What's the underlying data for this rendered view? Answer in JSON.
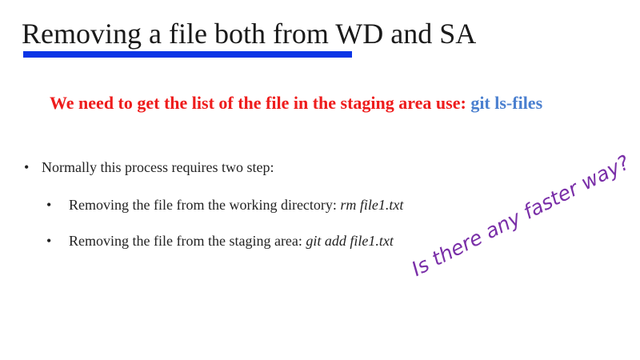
{
  "slide": {
    "title": "Removing a file both from WD and SA",
    "headline": {
      "text": "We need to get the list of the file in the staging area use: ",
      "command": "git ls-files"
    },
    "bullets": [
      {
        "text": "Normally this process requires two step:"
      },
      {
        "text": "Removing the file from the working directory: ",
        "command": "rm file1.txt"
      },
      {
        "text": "Removing the file from the staging area: ",
        "command": "git add file1.txt"
      }
    ],
    "bullet_glyph": "•",
    "annotation": "Is there any faster way?"
  },
  "colors": {
    "title_underline": "#0a34e6",
    "headline_red": "#ee1c1c",
    "headline_blue": "#4a7fcf",
    "annotation_purple": "#7a2fa8"
  }
}
